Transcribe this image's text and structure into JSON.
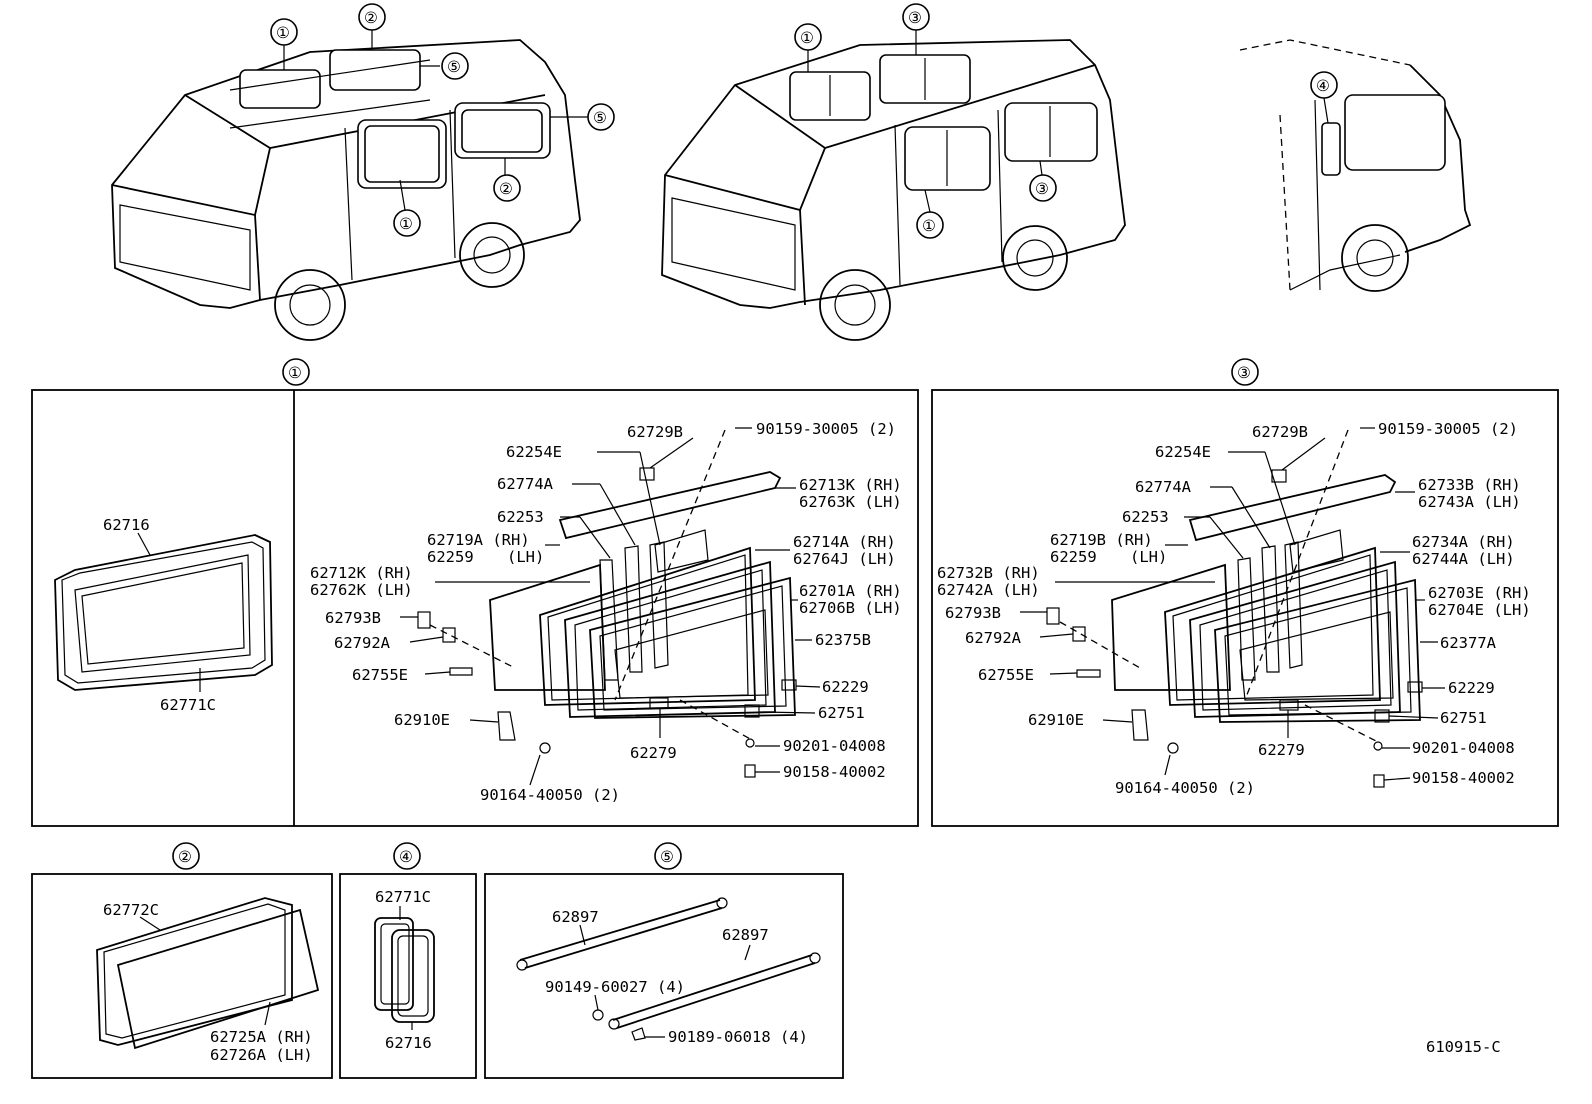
{
  "illustration_code": "610915-C",
  "callout_markers": [
    "①",
    "②",
    "③",
    "④",
    "⑤"
  ],
  "groups": {
    "g1": {
      "marker": "①",
      "left_labels": [
        "62716",
        "62771C"
      ],
      "labels": [
        "62729B",
        "90159-30005 (2)",
        "62254E",
        "62774A",
        "62713K (RH)",
        "62763K (LH)",
        "62253",
        "62719A (RH)",
        "62259",
        "(LH)",
        "62714A (RH)",
        "62764J (LH)",
        "62712K (RH)",
        "62762K (LH)",
        "62701A (RH)",
        "62706B (LH)",
        "62793B",
        "62792A",
        "62375B",
        "62755E",
        "62229",
        "62751",
        "62910E",
        "62279",
        "90201-04008",
        "90158-40002",
        "90164-40050 (2)"
      ]
    },
    "g3": {
      "marker": "③",
      "labels": [
        "62729B",
        "90159-30005 (2)",
        "62254E",
        "62774A",
        "62733B (RH)",
        "62743A (LH)",
        "62253",
        "62719B (RH)",
        "62259",
        "(LH)",
        "62734A (RH)",
        "62744A (LH)",
        "62732B (RH)",
        "62742A (LH)",
        "62703E (RH)",
        "62704E (LH)",
        "62793B",
        "62792A",
        "62377A",
        "62755E",
        "62229",
        "62751",
        "62910E",
        "62279",
        "90201-04008",
        "90164-40050 (2)",
        "90158-40002"
      ]
    },
    "g2": {
      "marker": "②",
      "labels": [
        "62772C",
        "62725A (RH)",
        "62726A (LH)"
      ]
    },
    "g4": {
      "marker": "④",
      "labels": [
        "62771C",
        "62716"
      ]
    },
    "g5": {
      "marker": "⑤",
      "labels": [
        "62897",
        "62897",
        "90149-60027 (4)",
        "90189-06018 (4)"
      ]
    }
  }
}
